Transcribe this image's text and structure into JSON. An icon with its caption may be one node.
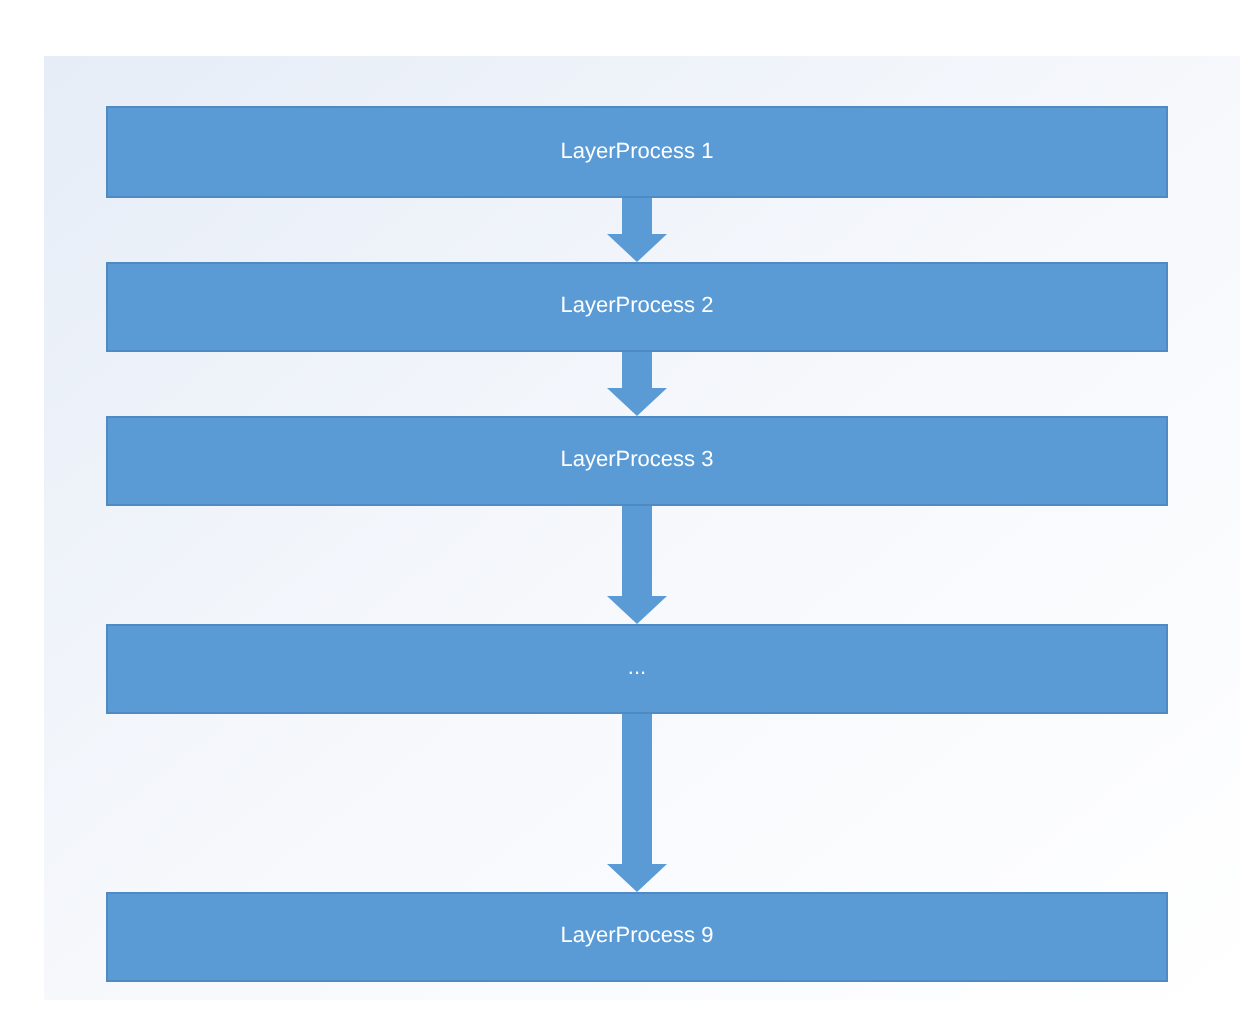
{
  "diagram": {
    "nodes": [
      {
        "text": [
          "LayerProcess 1"
        ]
      },
      {
        "text": [
          "LayerProcess 2"
        ]
      },
      {
        "text": [
          "LayerProcess 3"
        ]
      },
      {
        "text": [
          "..."
        ]
      },
      {
        "text": [
          "LayerProcess 9"
        ]
      }
    ],
    "edges": [
      {
        "from": 0,
        "to": 1,
        "arrow": "to"
      },
      {
        "from": 1,
        "to": 2,
        "arrow": "to"
      },
      {
        "from": 2,
        "to": 3,
        "arrow": "to"
      },
      {
        "from": 3,
        "to": 4,
        "arrow": "to"
      }
    ]
  }
}
